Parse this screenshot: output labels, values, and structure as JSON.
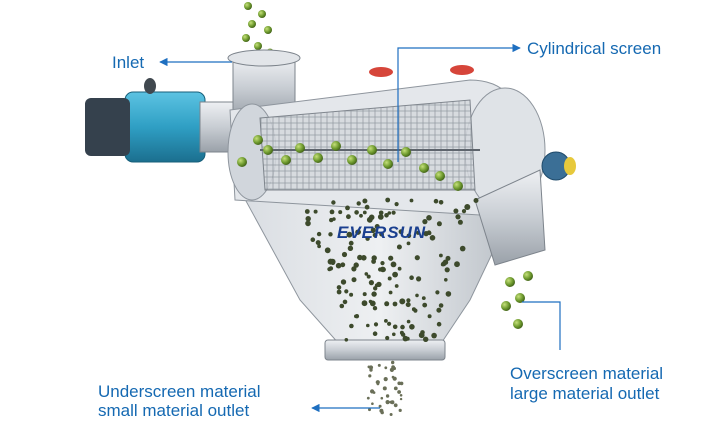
{
  "brand": "EVERSUN",
  "labels": {
    "inlet": "Inlet",
    "cylindrical_screen": "Cylindrical screen",
    "overscreen_line1": "Overscreen material",
    "overscreen_line2": "large material outlet",
    "underscreen_line1": "Underscreen material",
    "underscreen_line2": "small material outlet"
  },
  "colors": {
    "label": "#1569b2",
    "arrow": "#1e6fc0",
    "motor": "#2f9fc4",
    "ball": "#7aa83a",
    "steel": "#c9ced4"
  }
}
